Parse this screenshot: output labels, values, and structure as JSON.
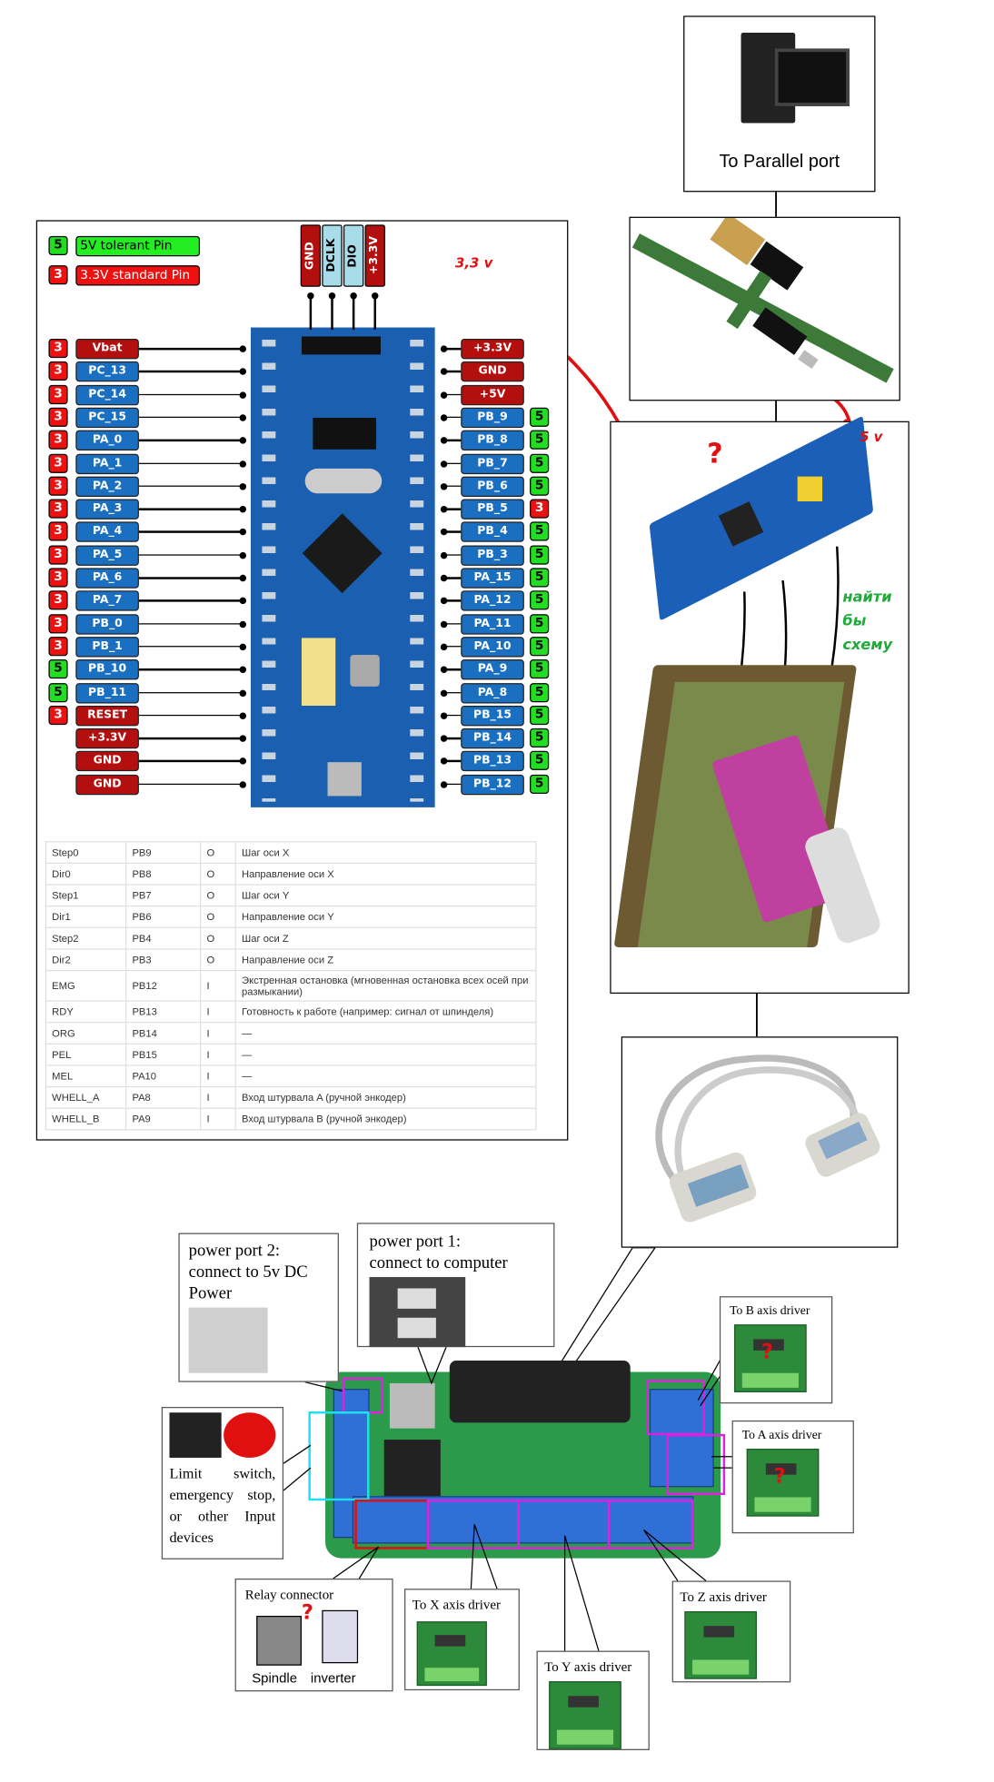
{
  "computer_box": {
    "label": "To Parallel port",
    "icon": "desktop-computer-icon"
  },
  "annotations": {
    "v33": "3,3 v",
    "v5": "5 v",
    "question": "?",
    "find_scheme": [
      "найти",
      "бы",
      "схему"
    ]
  },
  "legend": [
    {
      "num": "5",
      "label": "5V tolerant Pin",
      "color": "#22dd22"
    },
    {
      "num": "3",
      "label": "3.3V standard Pin",
      "color": "#ee1111"
    }
  ],
  "header_pins": [
    {
      "label": "GND",
      "type": "power"
    },
    {
      "label": "DCLK",
      "type": "signal"
    },
    {
      "label": "DIO",
      "type": "signal"
    },
    {
      "label": "+3.3V",
      "type": "power"
    }
  ],
  "left_pins": [
    {
      "label": "Vbat",
      "type": "power",
      "tol": "3"
    },
    {
      "label": "PC_13",
      "type": "io",
      "tol": "3"
    },
    {
      "label": "PC_14",
      "type": "io",
      "tol": "3"
    },
    {
      "label": "PC_15",
      "type": "io",
      "tol": "3"
    },
    {
      "label": "PA_0",
      "type": "io",
      "tol": "3"
    },
    {
      "label": "PA_1",
      "type": "io",
      "tol": "3"
    },
    {
      "label": "PA_2",
      "type": "io",
      "tol": "3"
    },
    {
      "label": "PA_3",
      "type": "io",
      "tol": "3"
    },
    {
      "label": "PA_4",
      "type": "io",
      "tol": "3"
    },
    {
      "label": "PA_5",
      "type": "io",
      "tol": "3"
    },
    {
      "label": "PA_6",
      "type": "io",
      "tol": "3"
    },
    {
      "label": "PA_7",
      "type": "io",
      "tol": "3"
    },
    {
      "label": "PB_0",
      "type": "io",
      "tol": "3"
    },
    {
      "label": "PB_1",
      "type": "io",
      "tol": "3"
    },
    {
      "label": "PB_10",
      "type": "io",
      "tol": "5"
    },
    {
      "label": "PB_11",
      "type": "io",
      "tol": "5"
    },
    {
      "label": "RESET",
      "type": "power",
      "tol": "3"
    },
    {
      "label": "+3.3V",
      "type": "power",
      "tol": ""
    },
    {
      "label": "GND",
      "type": "power",
      "tol": ""
    },
    {
      "label": "GND",
      "type": "power",
      "tol": ""
    }
  ],
  "right_pins": [
    {
      "label": "+3.3V",
      "type": "power",
      "tol": ""
    },
    {
      "label": "GND",
      "type": "power",
      "tol": ""
    },
    {
      "label": "+5V",
      "type": "power",
      "tol": ""
    },
    {
      "label": "PB_9",
      "type": "io",
      "tol": "5"
    },
    {
      "label": "PB_8",
      "type": "io",
      "tol": "5"
    },
    {
      "label": "PB_7",
      "type": "io",
      "tol": "5"
    },
    {
      "label": "PB_6",
      "type": "io",
      "tol": "5"
    },
    {
      "label": "PB_5",
      "type": "io",
      "tol": "3"
    },
    {
      "label": "PB_4",
      "type": "io",
      "tol": "5"
    },
    {
      "label": "PB_3",
      "type": "io",
      "tol": "5"
    },
    {
      "label": "PA_15",
      "type": "io",
      "tol": "5"
    },
    {
      "label": "PA_12",
      "type": "io",
      "tol": "5"
    },
    {
      "label": "PA_11",
      "type": "io",
      "tol": "5"
    },
    {
      "label": "PA_10",
      "type": "io",
      "tol": "5"
    },
    {
      "label": "PA_9",
      "type": "io",
      "tol": "5"
    },
    {
      "label": "PA_8",
      "type": "io",
      "tol": "5"
    },
    {
      "label": "PB_15",
      "type": "io",
      "tol": "5"
    },
    {
      "label": "PB_14",
      "type": "io",
      "tol": "5"
    },
    {
      "label": "PB_13",
      "type": "io",
      "tol": "5"
    },
    {
      "label": "PB_12",
      "type": "io",
      "tol": "5"
    }
  ],
  "signal_table": [
    [
      "Step0",
      "PB9",
      "O",
      "Шаг оси X"
    ],
    [
      "Dir0",
      "PB8",
      "O",
      "Направление оси X"
    ],
    [
      "Step1",
      "PB7",
      "O",
      "Шаг оси Y"
    ],
    [
      "Dir1",
      "PB6",
      "O",
      "Направление оси Y"
    ],
    [
      "Step2",
      "PB4",
      "O",
      "Шаг оси Z"
    ],
    [
      "Dir2",
      "PB3",
      "O",
      "Направление оси Z"
    ],
    [
      "EMG",
      "PB12",
      "I",
      "Экстренная остановка (мгновенная остановка всех осей при размыкании)"
    ],
    [
      "RDY",
      "PB13",
      "I",
      "Готовность к работе (например: сигнал от шпинделя)"
    ],
    [
      "ORG",
      "PB14",
      "I",
      "—"
    ],
    [
      "PEL",
      "PB15",
      "I",
      "—"
    ],
    [
      "MEL",
      "PA10",
      "I",
      "—"
    ],
    [
      "WHELL_A",
      "PA8",
      "I",
      "Вход штурвала A (ручной энкодер)"
    ],
    [
      "WHELL_B",
      "PA9",
      "I",
      "Вход штурвала B (ручной энкодер)"
    ]
  ],
  "callouts": {
    "power2": {
      "line1": "power port    2:",
      "line2": "connect to 5v DC",
      "line3": "Power"
    },
    "power1": {
      "line1": "power port 1:",
      "line2": "connect to computer"
    },
    "limit": "Limit switch, emergency stop, or other Input devices",
    "relay": {
      "title": "Relay connector",
      "spindle": "Spindle",
      "inverter": "inverter",
      "question": "?"
    },
    "x": "To X axis driver",
    "y": "To Y axis driver",
    "z": "To Z axis driver",
    "b": "To B axis driver",
    "a": "To A axis driver"
  },
  "colors": {
    "pin_blue": "#1b6fc0",
    "pin_red": "#b30f0f",
    "tol5": "#22dd22",
    "tol3": "#ee1111",
    "annot_red": "#e01010",
    "annot_green": "#1faa3a",
    "highlight_magenta": "#e020e0",
    "highlight_cyan": "#20e0f0"
  }
}
